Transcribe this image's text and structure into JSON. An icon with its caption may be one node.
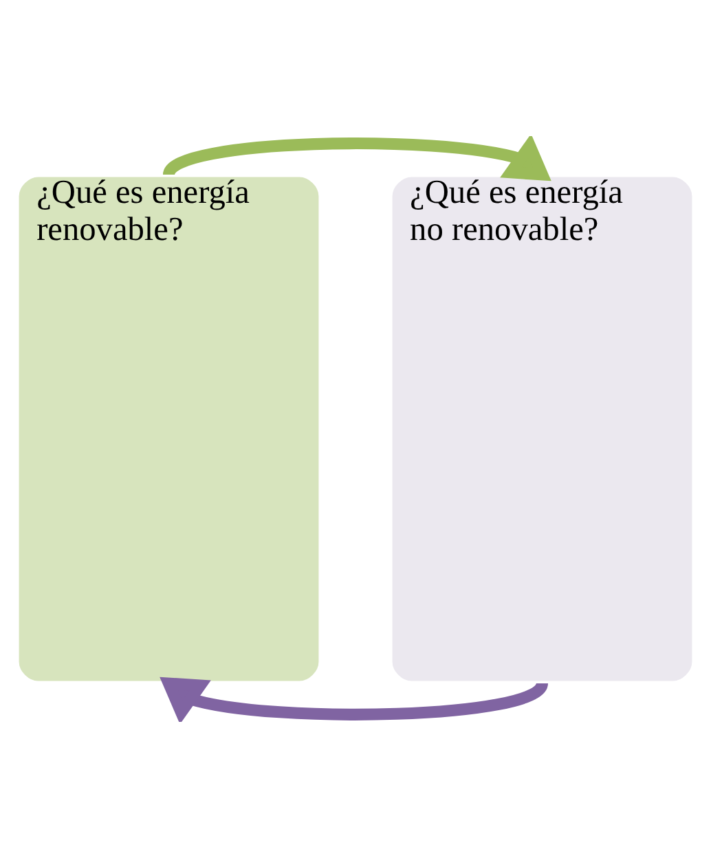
{
  "diagram": {
    "nodes": [
      {
        "text": [
          "¿Qué es energía renovable?"
        ]
      },
      {
        "text": [
          "¿Qué es energía no renovable?"
        ]
      }
    ],
    "edges": [
      {
        "from": 0,
        "to": 1,
        "arrow": "to",
        "color": "#9bbb59"
      },
      {
        "from": 1,
        "to": 0,
        "arrow": "to",
        "color": "#8064a2"
      }
    ]
  }
}
